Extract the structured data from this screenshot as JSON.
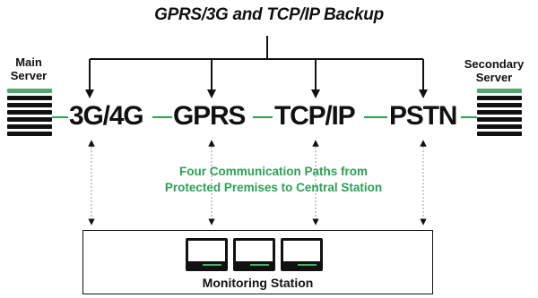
{
  "title": "GPRS/3G and TCP/IP Backup",
  "main_server": {
    "line1": "Main",
    "line2": "Server"
  },
  "secondary_server": {
    "line1": "Secondary",
    "line2": "Server"
  },
  "paths": [
    {
      "label": "3G/4G"
    },
    {
      "label": "GPRS"
    },
    {
      "label": "TCP/IP"
    },
    {
      "label": "PSTN"
    }
  ],
  "description": {
    "line1": "Four Communication Paths from",
    "line2": "Protected Premises to Central Station"
  },
  "monitoring_station": {
    "label": "Monitoring Station"
  },
  "colors": {
    "accent": "#2aa154",
    "server_light": "#4cab6b",
    "ink": "#111111",
    "dashed": "#bbbbbb"
  }
}
